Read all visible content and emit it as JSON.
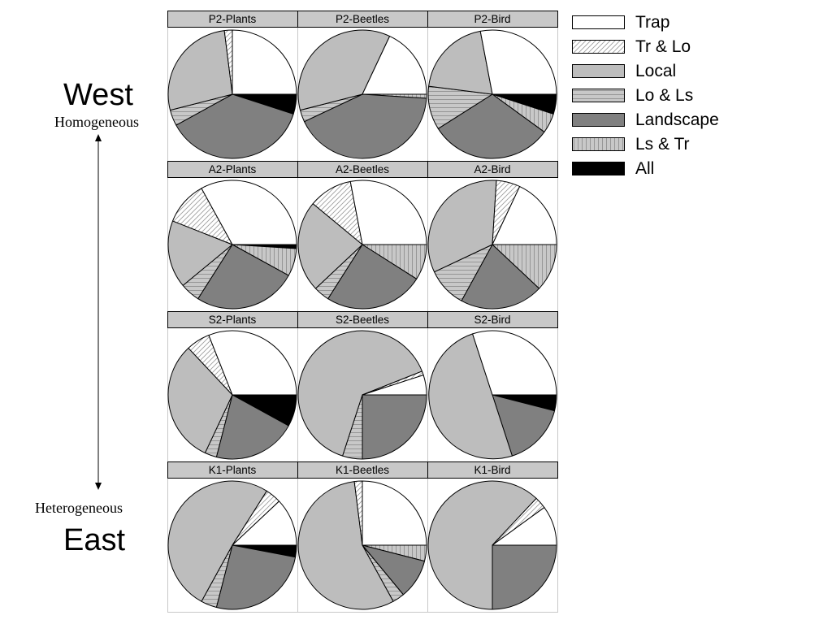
{
  "axis_labels": {
    "top_big": "West",
    "top_small": "Homogeneous",
    "bottom_small": "Heterogeneous",
    "bottom_big": "East"
  },
  "legend": [
    {
      "label": "Trap",
      "key": "trap"
    },
    {
      "label": "Tr & Lo",
      "key": "trlo"
    },
    {
      "label": "Local",
      "key": "local"
    },
    {
      "label": "Lo & Ls",
      "key": "lols"
    },
    {
      "label": "Landscape",
      "key": "landscape"
    },
    {
      "label": "Ls & Tr",
      "key": "lstr"
    },
    {
      "label": "All",
      "key": "all"
    }
  ],
  "chart_data": {
    "type": "pie",
    "categories": [
      "Trap",
      "Tr & Lo",
      "Local",
      "Lo & Ls",
      "Landscape",
      "Ls & Tr",
      "All"
    ],
    "colors": {
      "trap": "#ffffff",
      "trlo": "hatch-diagonal",
      "local": "#bdbdbd",
      "lols": "hatch-horizontal-grey",
      "landscape": "#808080",
      "lstr": "hatch-vertical-grey",
      "all": "#000000"
    },
    "rows": [
      "P2",
      "A2",
      "S2",
      "K1"
    ],
    "columns": [
      "Plants",
      "Beetles",
      "Bird"
    ],
    "pies": [
      {
        "title": "P2-Plants",
        "slices": [
          {
            "key": "all",
            "pct": 5
          },
          {
            "key": "landscape",
            "pct": 37
          },
          {
            "key": "lols",
            "pct": 4
          },
          {
            "key": "local",
            "pct": 27
          },
          {
            "key": "trlo",
            "pct": 2
          },
          {
            "key": "trap",
            "pct": 25
          }
        ]
      },
      {
        "title": "P2-Beetles",
        "slices": [
          {
            "key": "lstr",
            "pct": 1
          },
          {
            "key": "landscape",
            "pct": 42
          },
          {
            "key": "lols",
            "pct": 3
          },
          {
            "key": "local",
            "pct": 36
          },
          {
            "key": "trap",
            "pct": 18
          }
        ]
      },
      {
        "title": "P2-Bird",
        "slices": [
          {
            "key": "all",
            "pct": 5
          },
          {
            "key": "lstr",
            "pct": 5
          },
          {
            "key": "landscape",
            "pct": 31
          },
          {
            "key": "lols",
            "pct": 11
          },
          {
            "key": "local",
            "pct": 20
          },
          {
            "key": "trap",
            "pct": 28
          }
        ]
      },
      {
        "title": "A2-Plants",
        "slices": [
          {
            "key": "all",
            "pct": 1
          },
          {
            "key": "lstr",
            "pct": 7
          },
          {
            "key": "landscape",
            "pct": 26
          },
          {
            "key": "lols",
            "pct": 5
          },
          {
            "key": "local",
            "pct": 17
          },
          {
            "key": "trlo",
            "pct": 11
          },
          {
            "key": "trap",
            "pct": 33
          }
        ]
      },
      {
        "title": "A2-Beetles",
        "slices": [
          {
            "key": "lstr",
            "pct": 9
          },
          {
            "key": "landscape",
            "pct": 25
          },
          {
            "key": "lols",
            "pct": 4
          },
          {
            "key": "local",
            "pct": 23
          },
          {
            "key": "trlo",
            "pct": 11
          },
          {
            "key": "trap",
            "pct": 28
          }
        ]
      },
      {
        "title": "A2-Bird",
        "slices": [
          {
            "key": "lstr",
            "pct": 12
          },
          {
            "key": "landscape",
            "pct": 21
          },
          {
            "key": "lols",
            "pct": 10
          },
          {
            "key": "local",
            "pct": 33
          },
          {
            "key": "trlo",
            "pct": 6
          },
          {
            "key": "trap",
            "pct": 18
          }
        ]
      },
      {
        "title": "S2-Plants",
        "slices": [
          {
            "key": "all",
            "pct": 8
          },
          {
            "key": "landscape",
            "pct": 21
          },
          {
            "key": "lols",
            "pct": 3
          },
          {
            "key": "local",
            "pct": 31
          },
          {
            "key": "trlo",
            "pct": 6
          },
          {
            "key": "trap",
            "pct": 31
          }
        ]
      },
      {
        "title": "S2-Beetles",
        "slices": [
          {
            "key": "landscape",
            "pct": 25
          },
          {
            "key": "lols",
            "pct": 5
          },
          {
            "key": "local",
            "pct": 64
          },
          {
            "key": "trlo",
            "pct": 1
          },
          {
            "key": "trap",
            "pct": 5
          }
        ]
      },
      {
        "title": "S2-Bird",
        "slices": [
          {
            "key": "all",
            "pct": 4
          },
          {
            "key": "landscape",
            "pct": 16
          },
          {
            "key": "local",
            "pct": 50
          },
          {
            "key": "trap",
            "pct": 30
          }
        ]
      },
      {
        "title": "K1-Plants",
        "slices": [
          {
            "key": "all",
            "pct": 3
          },
          {
            "key": "landscape",
            "pct": 26
          },
          {
            "key": "lols",
            "pct": 4
          },
          {
            "key": "local",
            "pct": 51
          },
          {
            "key": "trlo",
            "pct": 4
          },
          {
            "key": "trap",
            "pct": 12
          }
        ]
      },
      {
        "title": "K1-Beetles",
        "slices": [
          {
            "key": "lstr",
            "pct": 4
          },
          {
            "key": "landscape",
            "pct": 10
          },
          {
            "key": "lols",
            "pct": 3
          },
          {
            "key": "local",
            "pct": 56
          },
          {
            "key": "trlo",
            "pct": 2
          },
          {
            "key": "trap",
            "pct": 25
          }
        ]
      },
      {
        "title": "K1-Bird",
        "slices": [
          {
            "key": "landscape",
            "pct": 25
          },
          {
            "key": "local",
            "pct": 62
          },
          {
            "key": "trlo",
            "pct": 3
          },
          {
            "key": "trap",
            "pct": 10
          }
        ]
      }
    ]
  }
}
